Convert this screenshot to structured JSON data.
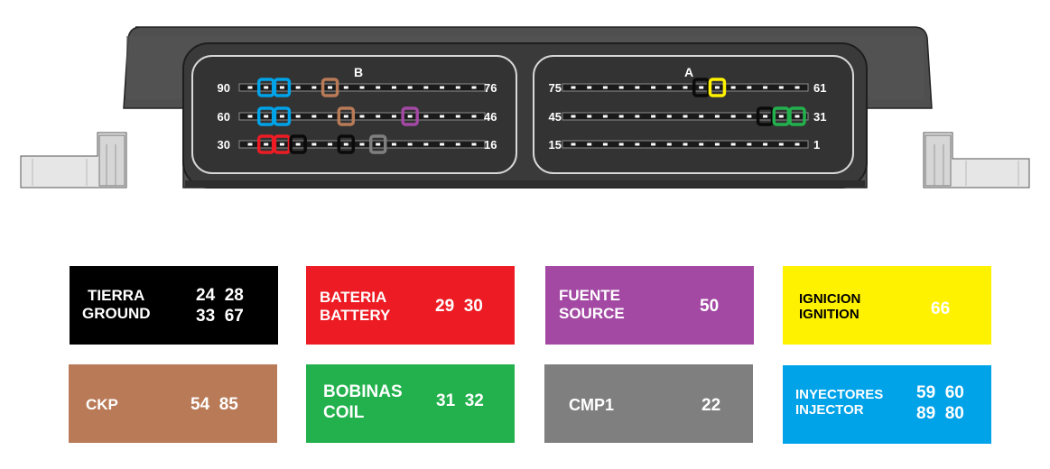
{
  "connectors": {
    "B": {
      "label": "B",
      "rows": [
        {
          "left": "90",
          "right": "76"
        },
        {
          "left": "60",
          "right": "46"
        },
        {
          "left": "30",
          "right": "16"
        }
      ]
    },
    "A": {
      "label": "A",
      "rows": [
        {
          "left": "75",
          "right": "61"
        },
        {
          "left": "45",
          "right": "31"
        },
        {
          "left": "15",
          "right": "1"
        }
      ]
    }
  },
  "pin_markers": [
    {
      "pin": 89,
      "group": "injector"
    },
    {
      "pin": 88,
      "group": "injector"
    },
    {
      "pin": 85,
      "group": "ckp"
    },
    {
      "pin": 59,
      "group": "injector"
    },
    {
      "pin": 58,
      "group": "injector"
    },
    {
      "pin": 54,
      "group": "ckp"
    },
    {
      "pin": 50,
      "group": "source"
    },
    {
      "pin": 29,
      "group": "battery"
    },
    {
      "pin": 28,
      "group": "battery"
    },
    {
      "pin": 27,
      "group": "ground"
    },
    {
      "pin": 24,
      "group": "ground"
    },
    {
      "pin": 22,
      "group": "cmp"
    },
    {
      "pin": 67,
      "group": "ground"
    },
    {
      "pin": 66,
      "group": "ignition"
    },
    {
      "pin": 33,
      "group": "ground"
    },
    {
      "pin": 32,
      "group": "coil"
    },
    {
      "pin": 31,
      "group": "coil"
    }
  ],
  "colors": {
    "ground": "#000000",
    "battery": "#ed1c24",
    "source": "#a349a4",
    "ignition": "#fff200",
    "ckp": "#b97a57",
    "coil": "#22b14c",
    "cmp": "#7f7f7f",
    "injector": "#00a2e8"
  },
  "legend": [
    {
      "id": "ground",
      "lines": [
        "TIERRA",
        "GROUND"
      ],
      "pins": [
        "24  28",
        "33  67"
      ],
      "color": "#000000",
      "text_color": "#ffffff"
    },
    {
      "id": "battery",
      "lines": [
        "BATERIA",
        "BATTERY"
      ],
      "pins": [
        "29  30"
      ],
      "color": "#ed1c24",
      "text_color": "#ffffff"
    },
    {
      "id": "source",
      "lines": [
        "FUENTE",
        "SOURCE"
      ],
      "pins": [
        "50"
      ],
      "color": "#a349a4",
      "text_color": "#ffffff"
    },
    {
      "id": "ignition",
      "lines": [
        "IGNICION",
        "IGNITION"
      ],
      "pins": [
        "66"
      ],
      "color": "#fff200",
      "text_color": "#000000",
      "pins_color": "#ffffff"
    },
    {
      "id": "ckp",
      "lines": [
        "CKP"
      ],
      "pins": [
        "54  85"
      ],
      "color": "#b97a57",
      "text_color": "#ffffff"
    },
    {
      "id": "coil",
      "lines": [
        "BOBINAS",
        "COIL"
      ],
      "pins": [
        "31  32"
      ],
      "color": "#22b14c",
      "text_color": "#ffffff"
    },
    {
      "id": "cmp",
      "lines": [
        "CMP1"
      ],
      "pins": [
        "22"
      ],
      "color": "#7f7f7f",
      "text_color": "#ffffff"
    },
    {
      "id": "injector",
      "lines": [
        "INYECTORES",
        "INJECTOR"
      ],
      "pins": [
        "59  60",
        "89  80"
      ],
      "color": "#00a2e8",
      "text_color": "#ffffff"
    }
  ]
}
